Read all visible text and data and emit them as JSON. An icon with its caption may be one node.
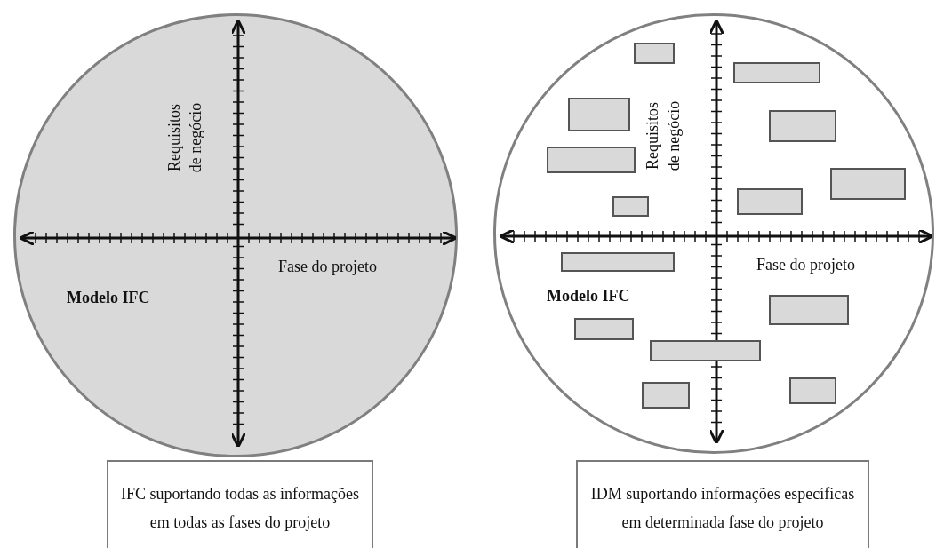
{
  "diagram": {
    "nodes": [
      {
        "text": [
          "Requisitos de negócio",
          "Fase do projeto",
          "Modelo IFC"
        ]
      },
      {
        "text": [
          "Requisitos de negócio",
          "Fase do projeto",
          "Modelo IFC"
        ]
      },
      {
        "text": [],
        "shape": "box",
        "in": 1
      },
      {
        "text": [],
        "shape": "box",
        "in": 1
      },
      {
        "text": [],
        "shape": "box",
        "in": 1
      },
      {
        "text": [],
        "shape": "box",
        "in": 1
      },
      {
        "text": [],
        "shape": "box",
        "in": 1
      },
      {
        "text": [],
        "shape": "box",
        "in": 1
      },
      {
        "text": [],
        "shape": "box",
        "in": 1
      },
      {
        "text": [],
        "shape": "box",
        "in": 1
      },
      {
        "text": [],
        "shape": "box",
        "in": 1
      },
      {
        "text": [],
        "shape": "box",
        "in": 1
      },
      {
        "text": [],
        "shape": "box",
        "in": 1
      },
      {
        "text": [],
        "shape": "box",
        "in": 1
      },
      {
        "text": [],
        "shape": "box",
        "in": 1
      },
      {
        "text": [],
        "shape": "box",
        "in": 1
      },
      {
        "text": [
          "IFC suportando todas as informações em todas as fases do projeto"
        ]
      },
      {
        "text": [
          "IDM suportando informações específicas em determinada fase do projeto"
        ]
      }
    ],
    "edges": []
  }
}
